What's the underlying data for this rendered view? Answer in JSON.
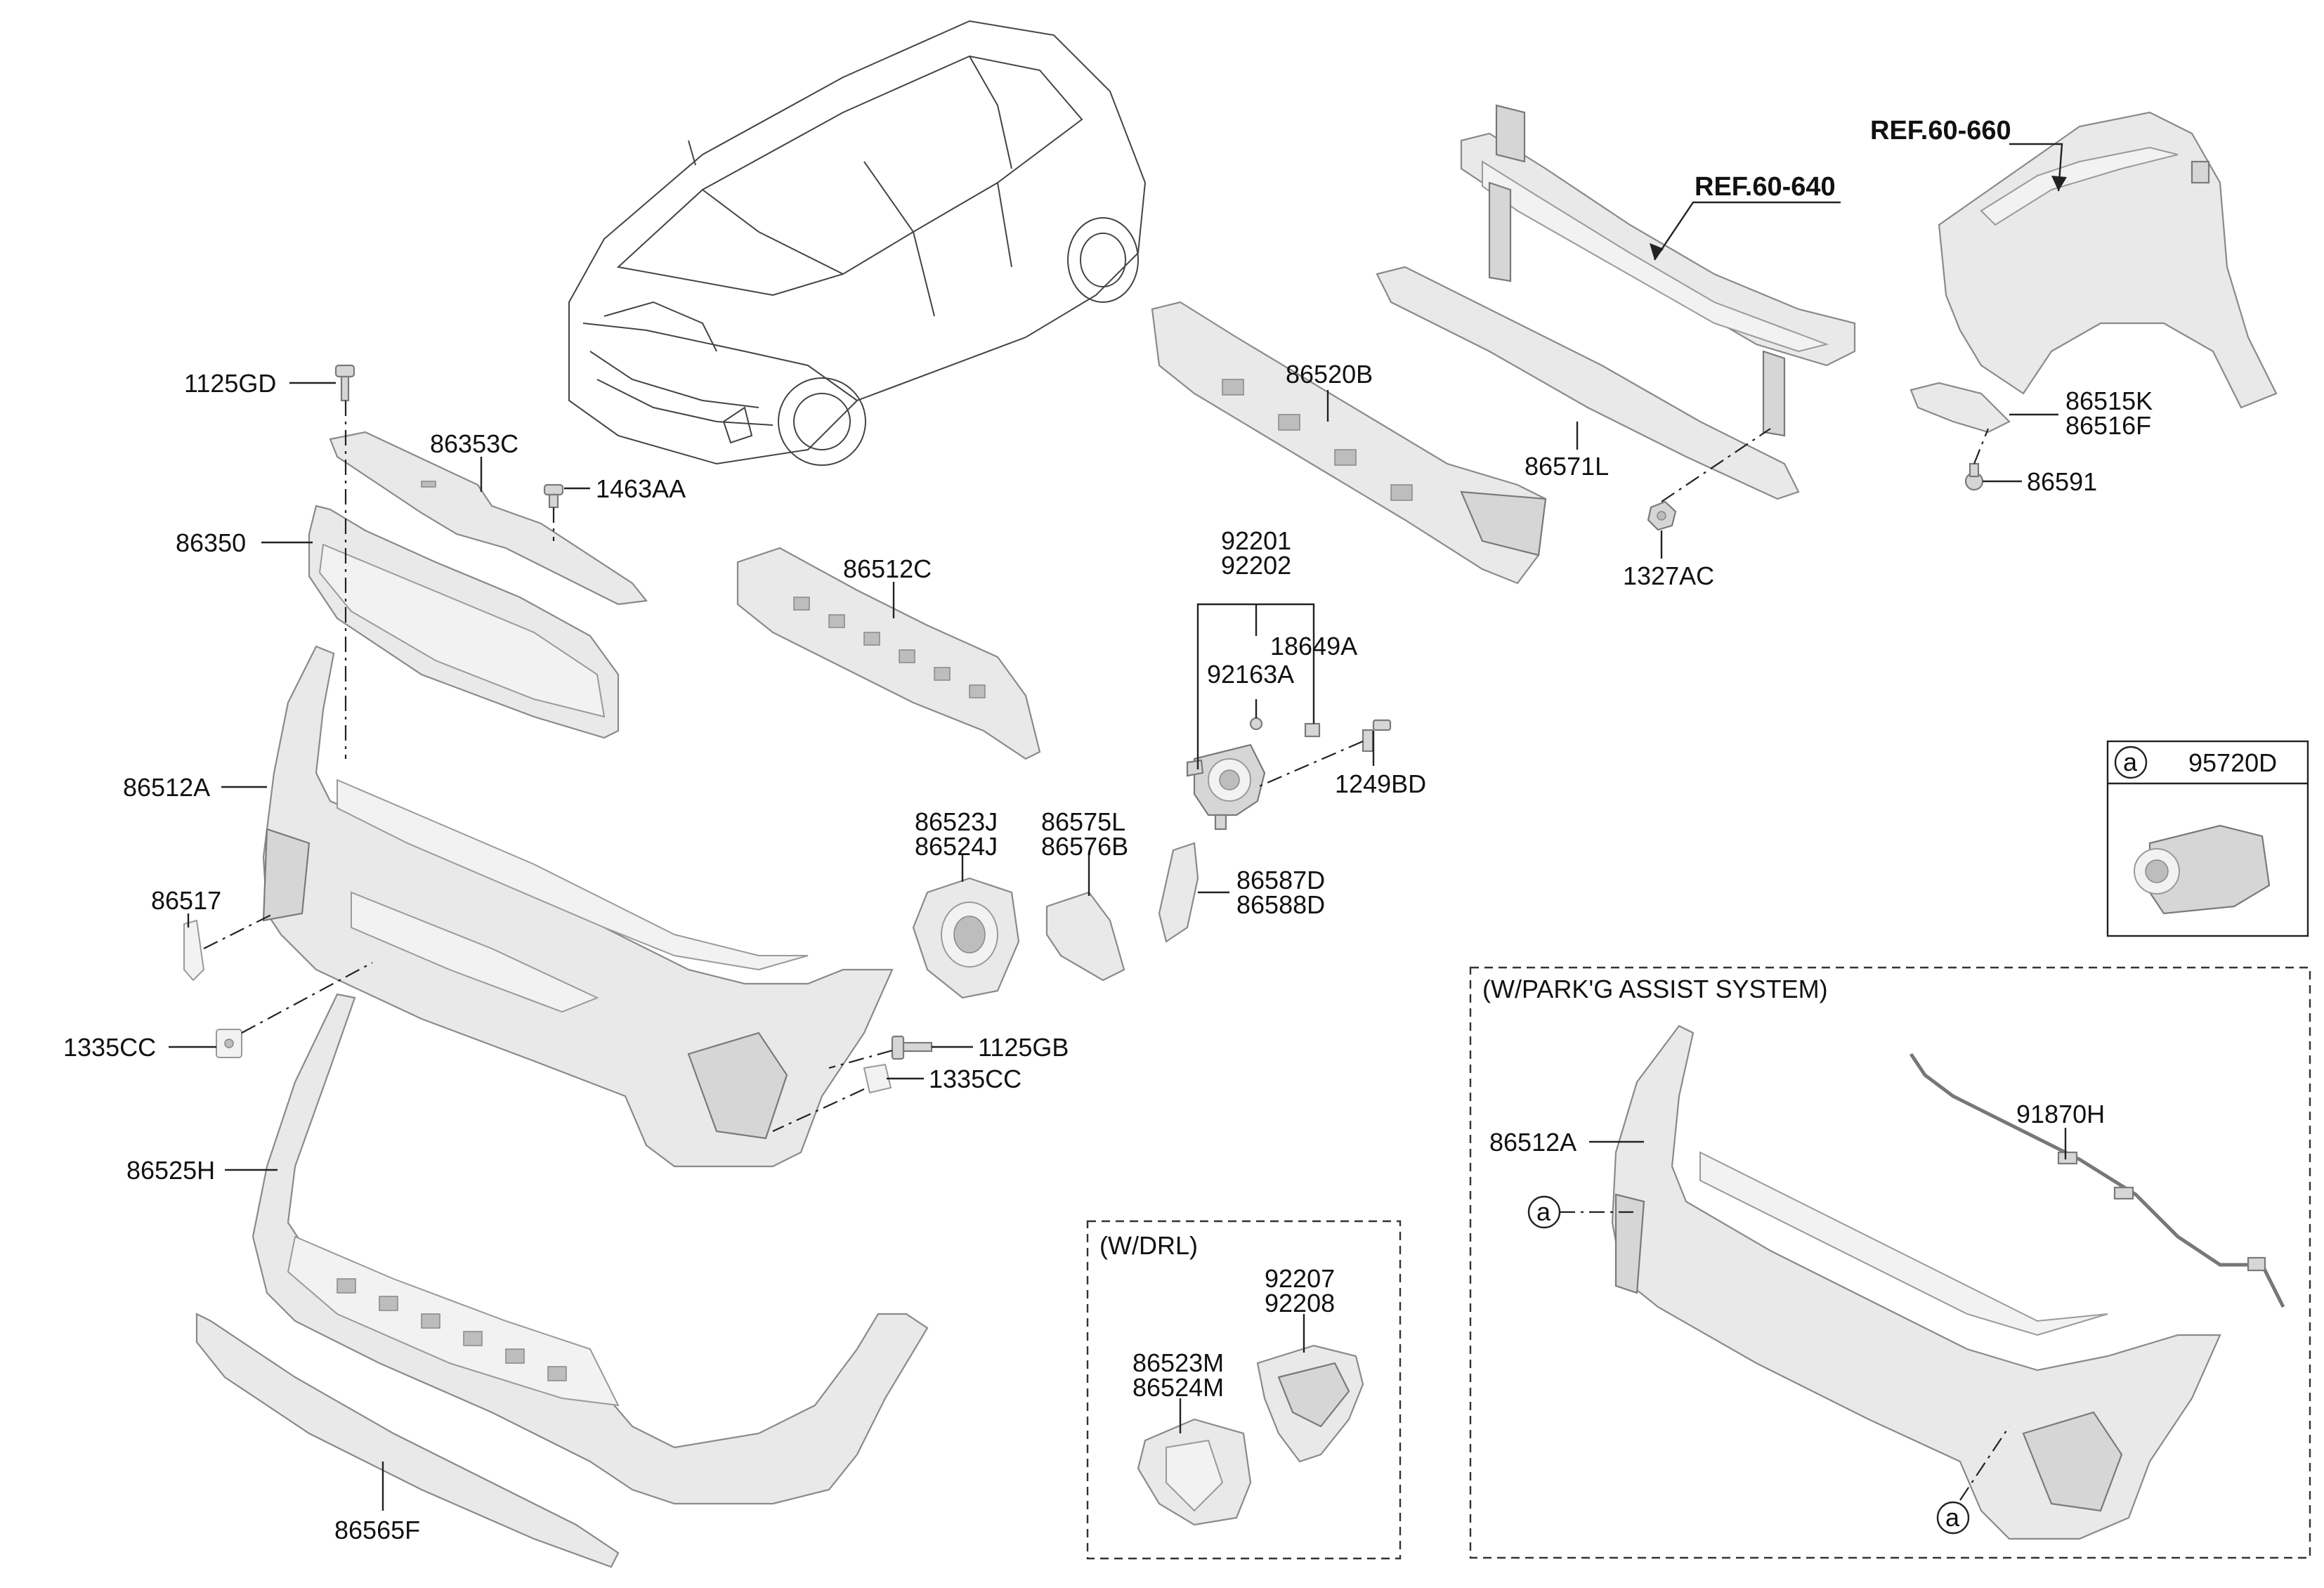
{
  "labels": {
    "c1125GD": "1125GD",
    "c86353C": "86353C",
    "c1463AA": "1463AA",
    "c86350": "86350",
    "c86512C": "86512C",
    "c86512A": "86512A",
    "c86517": "86517",
    "c1335CC_a": "1335CC",
    "c1125GB": "1125GB",
    "c1335CC_b": "1335CC",
    "c86525H": "86525H",
    "c86565F": "86565F",
    "c86520B": "86520B",
    "c86571L": "86571L",
    "c1327AC": "1327AC",
    "c92201": "92201",
    "c92202": "92202",
    "c18649A": "18649A",
    "c92163A": "92163A",
    "c1249BD": "1249BD",
    "c86523J": "86523J",
    "c86524J": "86524J",
    "c86575L": "86575L",
    "c86576B": "86576B",
    "c86587D": "86587D",
    "c86588D": "86588D",
    "c86515K": "86515K",
    "c86516F": "86516F",
    "c86591": "86591",
    "c95720D": "95720D",
    "c86512A_b": "86512A",
    "c91870H": "91870H",
    "c92207": "92207",
    "c92208": "92208",
    "c86523M": "86523M",
    "c86524M": "86524M"
  },
  "refs": {
    "ref640": "REF.60-640",
    "ref660": "REF.60-660"
  },
  "callouts": {
    "a_box": "a",
    "a_left": "a",
    "a_bottom": "a"
  },
  "boxes": {
    "drl_title": "(W/DRL)",
    "park_title": "(W/PARK'G ASSIST SYSTEM)"
  },
  "colors": {
    "part_fill": "#e9e9e9",
    "line": "#222222"
  }
}
